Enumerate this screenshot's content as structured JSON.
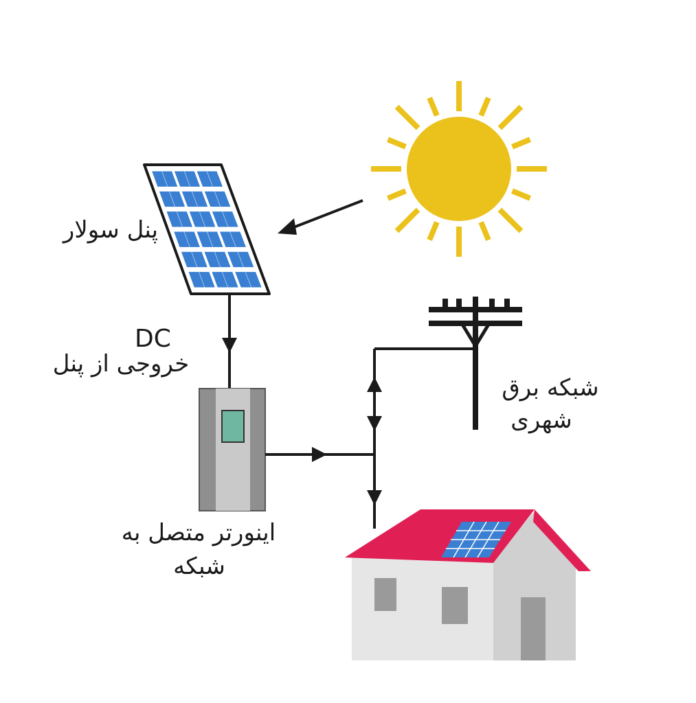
{
  "labels": {
    "solar_panel": "پنل سولار",
    "dc": "DC",
    "panel_output": "خروجی از پنل",
    "grid_line1": "شبکه برق",
    "grid_line2": "شهری",
    "inverter_line1": "اینورتر متصل به",
    "inverter_line2": "شبکه"
  },
  "colors": {
    "sun": "#ebc11b",
    "panel_cell": "#3a7fd1",
    "roof": "#e01f55",
    "inverter_screen": "#6fb7a1",
    "line": "#1a1a1a"
  },
  "icons": [
    "sun-icon",
    "solar-panel-icon",
    "inverter-icon",
    "utility-pole-icon",
    "house-icon"
  ]
}
